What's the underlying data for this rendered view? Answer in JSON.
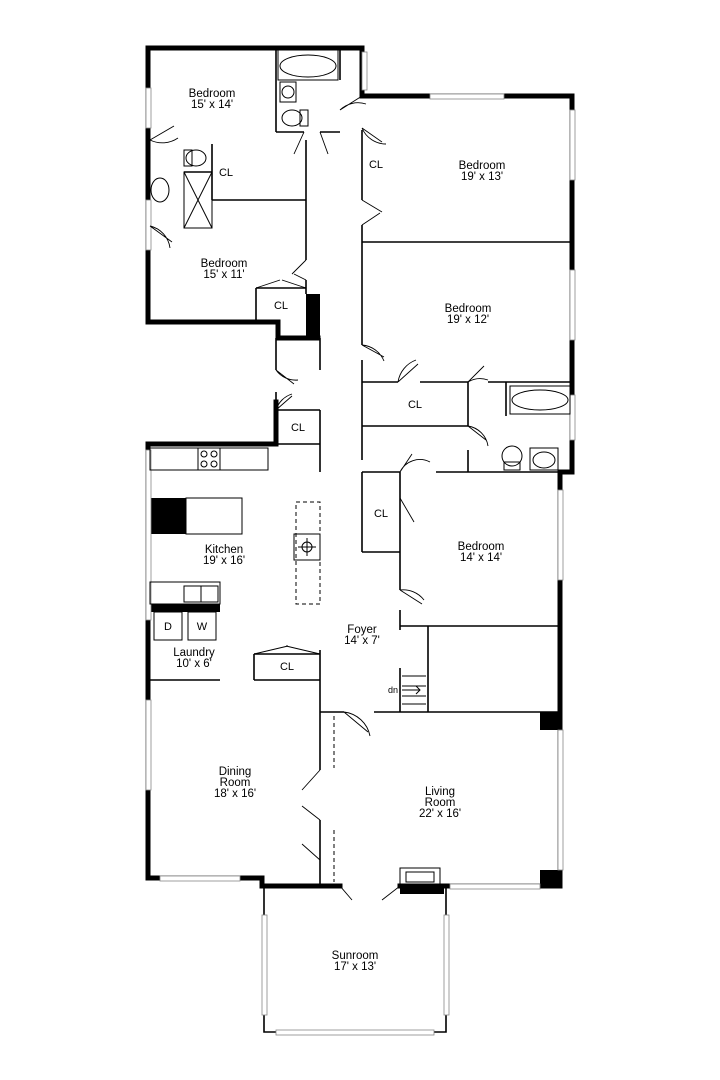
{
  "rooms": [
    {
      "id": "bedroom-1",
      "name": "Bedroom",
      "dims": "15' x 14'"
    },
    {
      "id": "bedroom-2",
      "name": "Bedroom",
      "dims": "15' x 11'"
    },
    {
      "id": "bedroom-3",
      "name": "Bedroom",
      "dims": "19' x 13'"
    },
    {
      "id": "bedroom-4",
      "name": "Bedroom",
      "dims": "19' x 12'"
    },
    {
      "id": "bedroom-5",
      "name": "Bedroom",
      "dims": "14' x 14'"
    },
    {
      "id": "kitchen",
      "name": "Kitchen",
      "dims": "19' x 16'"
    },
    {
      "id": "laundry",
      "name": "Laundry",
      "dims": "10' x 6'"
    },
    {
      "id": "foyer",
      "name": "Foyer",
      "dims": "14' x 7'"
    },
    {
      "id": "dining",
      "name": "Dining",
      "name2": "Room",
      "dims": "18' x 16'"
    },
    {
      "id": "living",
      "name": "Living",
      "name2": "Room",
      "dims": "22' x 16'"
    },
    {
      "id": "sunroom",
      "name": "Sunroom",
      "dims": "17' x 13'"
    }
  ],
  "closet_label": "CL",
  "appliances": {
    "dryer": "D",
    "washer": "W"
  },
  "stairs_label": "dn"
}
